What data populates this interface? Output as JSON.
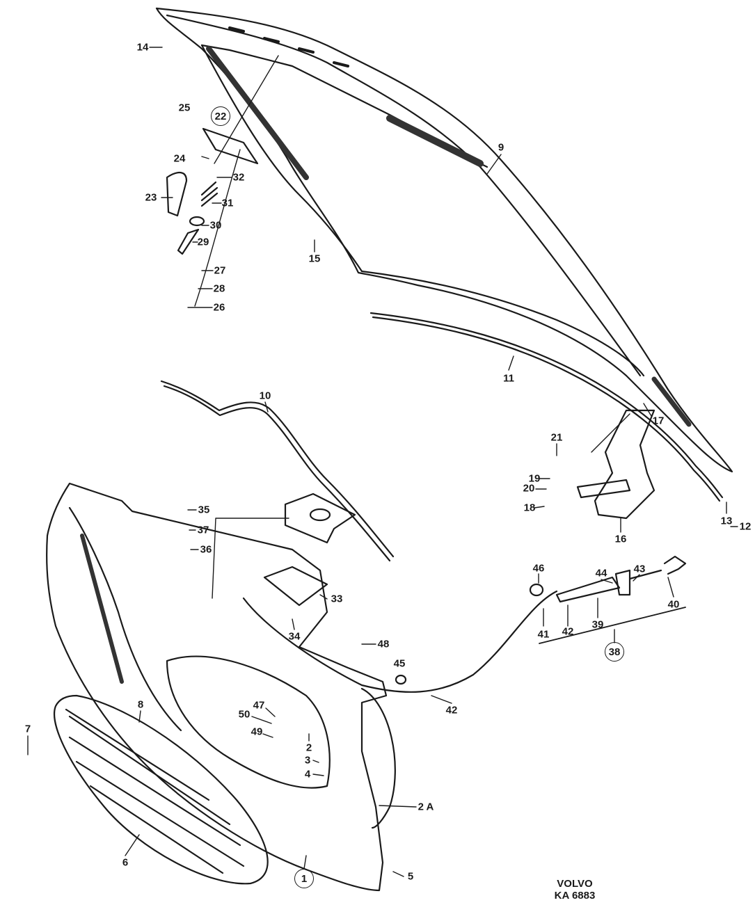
{
  "title": "Hood, grille panel and hood release parts",
  "labels": [
    {
      "text": "14"
    },
    {
      "text": "25"
    },
    {
      "text": "22"
    },
    {
      "text": "24"
    },
    {
      "text": "32"
    },
    {
      "text": "23"
    },
    {
      "text": "31"
    },
    {
      "text": "30"
    },
    {
      "text": "29"
    },
    {
      "text": "27"
    },
    {
      "text": "28"
    },
    {
      "text": "26"
    },
    {
      "text": "15"
    },
    {
      "text": "9"
    },
    {
      "text": "11"
    },
    {
      "text": "10"
    },
    {
      "text": "17"
    },
    {
      "text": "21"
    },
    {
      "text": "19"
    },
    {
      "text": "20"
    },
    {
      "text": "18"
    },
    {
      "text": "13"
    },
    {
      "text": "12"
    },
    {
      "text": "16"
    },
    {
      "text": "35"
    },
    {
      "text": "37"
    },
    {
      "text": "36"
    },
    {
      "text": "33"
    },
    {
      "text": "34"
    },
    {
      "text": "46"
    },
    {
      "text": "44"
    },
    {
      "text": "43"
    },
    {
      "text": "40"
    },
    {
      "text": "41"
    },
    {
      "text": "42"
    },
    {
      "text": "39"
    },
    {
      "text": "38"
    },
    {
      "text": "48"
    },
    {
      "text": "45"
    },
    {
      "text": "42"
    },
    {
      "text": "8"
    },
    {
      "text": "7"
    },
    {
      "text": "47"
    },
    {
      "text": "50"
    },
    {
      "text": "49"
    },
    {
      "text": "2"
    },
    {
      "text": "3"
    },
    {
      "text": "4"
    },
    {
      "text": "2 A"
    },
    {
      "text": "6"
    },
    {
      "text": "1"
    },
    {
      "text": "5"
    }
  ],
  "reference": {
    "brand": "VOLVO",
    "code": "KA 6883"
  }
}
